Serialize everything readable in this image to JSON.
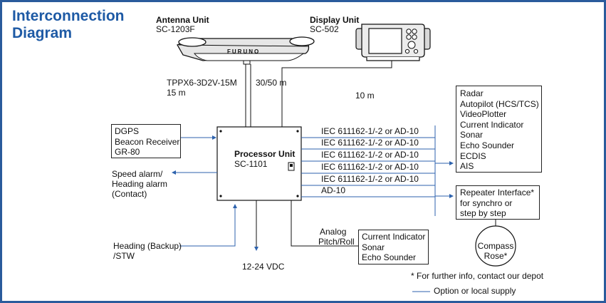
{
  "title": {
    "line1": "Interconnection",
    "line2": "Diagram"
  },
  "antenna": {
    "name": "Antenna Unit",
    "model": "SC-1203F",
    "logo": "FURUNO"
  },
  "display": {
    "name": "Display Unit",
    "model": "SC-502"
  },
  "processor": {
    "name": "Processor Unit",
    "model": "SC-1101"
  },
  "cables": {
    "antenna_cable_type": "TPPX6-3D2V-15M",
    "antenna_cable_length": "15 m",
    "antenna_cable_alt": "30/50 m",
    "display_cable_length": "10 m"
  },
  "dgps_box": [
    "DGPS",
    "Beacon Receiver",
    "GR-80"
  ],
  "speed_alarm": [
    "Speed alarm/",
    "Heading alarm",
    "(Contact)"
  ],
  "heading_backup": [
    "Heading (Backup)",
    "/STW"
  ],
  "power": "12-24 VDC",
  "analog": [
    "Analog",
    "Pitch/Roll"
  ],
  "analog_box": [
    "Current Indicator",
    "Sonar",
    "Echo Sounder"
  ],
  "outputs": [
    "IEC 611162-1/-2 or AD-10",
    "IEC 611162-1/-2 or AD-10",
    "IEC 611162-1/-2 or AD-10",
    "IEC 611162-1/-2 or AD-10",
    "IEC 611162-1/-2 or AD-10",
    "AD-10"
  ],
  "devices_box": [
    "Radar",
    "Autopilot (HCS/TCS)",
    "VideoPlotter",
    "Current Indicator",
    "Sonar",
    "Echo Sounder",
    "ECDIS",
    "AIS"
  ],
  "repeater_box": [
    "Repeater Interface*",
    "for synchro or",
    "step by step"
  ],
  "compass": [
    "Compass",
    "Rose*"
  ],
  "footnote": "* For further info, contact our depot",
  "legend": "Option or local supply",
  "colors": {
    "title": "#1e5aa5",
    "frame": "#2a5b9c",
    "option_line": "#2d62ad"
  }
}
